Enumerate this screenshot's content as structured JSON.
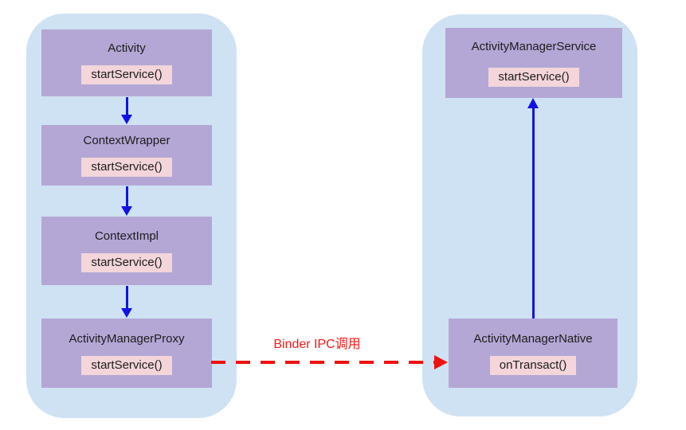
{
  "diagram": {
    "left_panel": {
      "boxes": [
        {
          "title": "Activity",
          "method": "startService()"
        },
        {
          "title": "ContextWrapper",
          "method": "startService()"
        },
        {
          "title": "ContextImpl",
          "method": "startService()"
        },
        {
          "title": "ActivityManagerProxy",
          "method": "startService()"
        }
      ]
    },
    "right_panel": {
      "boxes": [
        {
          "title": "ActivityManagerService",
          "method": "startService()"
        },
        {
          "title": "ActivityManagerNative",
          "method": "onTransact()"
        }
      ]
    },
    "ipc_arrow": {
      "label": "Binder IPC调用"
    },
    "colors": {
      "panel_bg": "#cfe2f3",
      "box_bg": "#b4a7d6",
      "chip_bg": "#f3d5da",
      "arrow_blue": "#1212e8",
      "arrow_red": "#ee1111",
      "label_red": "#fa1919",
      "text": "#1c1c1c",
      "page_bg": "#ffffff"
    }
  }
}
